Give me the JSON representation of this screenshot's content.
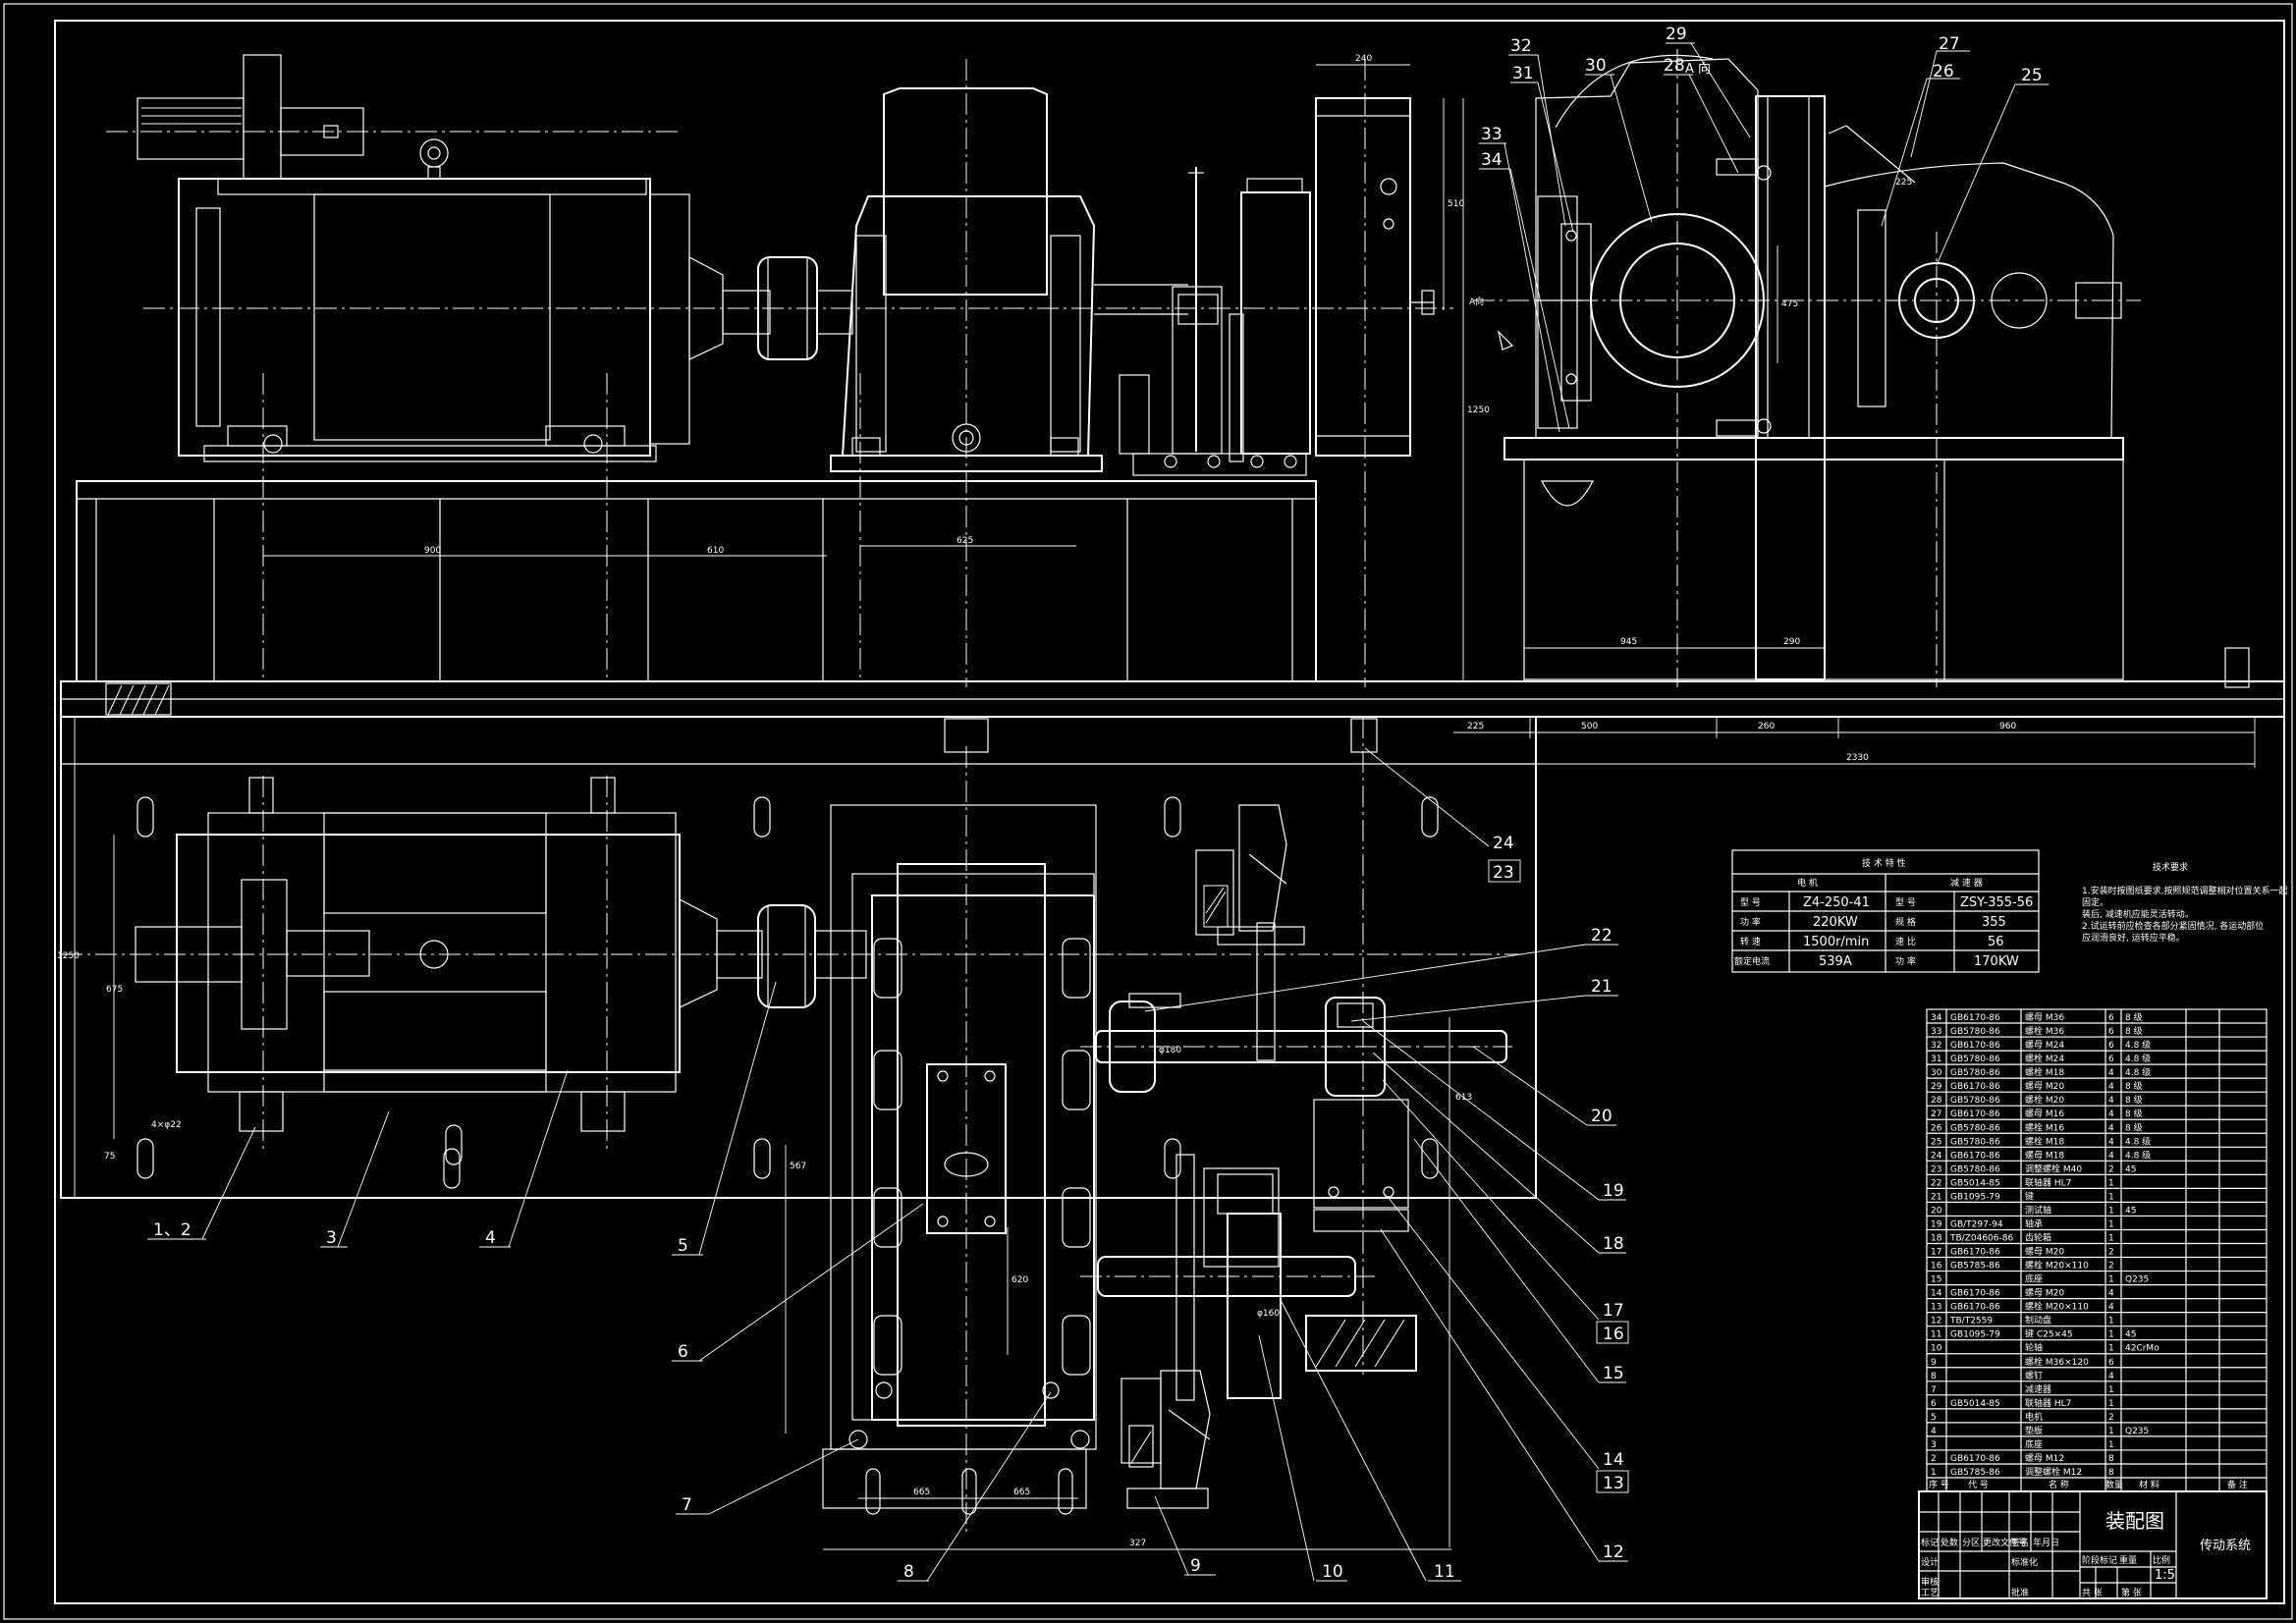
{
  "view_labels": {
    "view_a_top": "A 向",
    "view_a_arrow": "A向"
  },
  "dimensions": {
    "top_240": "240",
    "vert_510": "510",
    "vert_1250": "1250",
    "d_900": "900",
    "d_610": "610",
    "d_625": "625",
    "d_945": "945",
    "d_290": "290",
    "d_475": "475",
    "d_225_top": "225",
    "d_225": "225",
    "d_500": "500",
    "d_260": "260",
    "d_960": "960",
    "d_2330": "2330",
    "plan_1250": "1250",
    "plan_675": "675",
    "plan_75": "75",
    "plan_4x22": "4×φ22",
    "plan_567": "567",
    "plan_620": "620",
    "plan_665a": "665",
    "plan_665b": "665",
    "plan_327": "327",
    "plan_613": "613",
    "hub_180": "φ180",
    "side_160": "φ160"
  },
  "callouts": [
    {
      "num": "1、2"
    },
    {
      "num": "3"
    },
    {
      "num": "4"
    },
    {
      "num": "5"
    },
    {
      "num": "6"
    },
    {
      "num": "7"
    },
    {
      "num": "8"
    },
    {
      "num": "9"
    },
    {
      "num": "10"
    },
    {
      "num": "11"
    },
    {
      "num": "12"
    },
    {
      "num": "13"
    },
    {
      "num": "14"
    },
    {
      "num": "15"
    },
    {
      "num": "16"
    },
    {
      "num": "17"
    },
    {
      "num": "18"
    },
    {
      "num": "19"
    },
    {
      "num": "20"
    },
    {
      "num": "21"
    },
    {
      "num": "22"
    },
    {
      "num": "23"
    },
    {
      "num": "24"
    },
    {
      "num": "25"
    },
    {
      "num": "26"
    },
    {
      "num": "27"
    },
    {
      "num": "28"
    },
    {
      "num": "29"
    },
    {
      "num": "30"
    },
    {
      "num": "31"
    },
    {
      "num": "32"
    },
    {
      "num": "33"
    },
    {
      "num": "34"
    }
  ],
  "spec_table": {
    "title": "技 术 特 性",
    "col_motor": "电 机",
    "col_reducer": "减 速 器",
    "rows": [
      {
        "k1": "型 号",
        "v1": "Z4-250-41",
        "k2": "型 号",
        "v2": "ZSY-355-56"
      },
      {
        "k1": "功 率",
        "v1": "220KW",
        "k2": "规 格",
        "v2": "355"
      },
      {
        "k1": "转 速",
        "v1": "1500r/min",
        "k2": "速 比",
        "v2": "56"
      },
      {
        "k1": "额定电流",
        "v1": "539A",
        "k2": "功 率",
        "v2": "170KW"
      }
    ]
  },
  "tech_req": {
    "title": "技术要求",
    "lines": [
      "1.安装时按图纸要求,按照规范调整相对位置关系一起",
      "固定。",
      "装后, 减速机应能灵活转动。",
      "2.试运转前应检查各部分紧固情况, 各运动部位",
      "应润滑良好, 运转应平稳。"
    ]
  },
  "parts": [
    {
      "no": "34",
      "code": "GB6170-86",
      "name": "螺母 M36",
      "qty": "6",
      "mat": "8 级",
      "note": ""
    },
    {
      "no": "33",
      "code": "GB5780-86",
      "name": "螺栓 M36",
      "qty": "6",
      "mat": "8 级",
      "note": ""
    },
    {
      "no": "32",
      "code": "GB6170-86",
      "name": "螺母 M24",
      "qty": "6",
      "mat": "4.8 级",
      "note": ""
    },
    {
      "no": "31",
      "code": "GB5780-86",
      "name": "螺栓 M24",
      "qty": "6",
      "mat": "4.8 级",
      "note": ""
    },
    {
      "no": "30",
      "code": "GB5780-86",
      "name": "螺栓 M18",
      "qty": "4",
      "mat": "4.8 级",
      "note": ""
    },
    {
      "no": "29",
      "code": "GB6170-86",
      "name": "螺母 M20",
      "qty": "4",
      "mat": "8 级",
      "note": ""
    },
    {
      "no": "28",
      "code": "GB5780-86",
      "name": "螺栓 M20",
      "qty": "4",
      "mat": "8 级",
      "note": ""
    },
    {
      "no": "27",
      "code": "GB6170-86",
      "name": "螺母 M16",
      "qty": "4",
      "mat": "8 级",
      "note": ""
    },
    {
      "no": "26",
      "code": "GB5780-86",
      "name": "螺栓 M16",
      "qty": "4",
      "mat": "8 级",
      "note": ""
    },
    {
      "no": "25",
      "code": "GB5780-86",
      "name": "螺栓 M18",
      "qty": "4",
      "mat": "4.8 级",
      "note": ""
    },
    {
      "no": "24",
      "code": "GB6170-86",
      "name": "螺母 M18",
      "qty": "4",
      "mat": "4.8 级",
      "note": ""
    },
    {
      "no": "23",
      "code": "GB5780-86",
      "name": "调整螺栓 M40",
      "qty": "2",
      "mat": "45",
      "note": ""
    },
    {
      "no": "22",
      "code": "GB5014-85",
      "name": "联轴器 HL7",
      "qty": "1",
      "mat": "",
      "note": ""
    },
    {
      "no": "21",
      "code": "GB1095-79",
      "name": "键",
      "qty": "1",
      "mat": "",
      "note": ""
    },
    {
      "no": "20",
      "code": "",
      "name": "测试轴",
      "qty": "1",
      "mat": "45",
      "note": ""
    },
    {
      "no": "19",
      "code": "GB/T297-94",
      "name": "轴承",
      "qty": "1",
      "mat": "",
      "note": ""
    },
    {
      "no": "18",
      "code": "TB/Z04606-86",
      "name": "齿轮箱",
      "qty": "1",
      "mat": "",
      "note": ""
    },
    {
      "no": "17",
      "code": "GB6170-86",
      "name": "螺母 M20",
      "qty": "2",
      "mat": "",
      "note": ""
    },
    {
      "no": "16",
      "code": "GB5785-86",
      "name": "螺栓 M20×110",
      "qty": "2",
      "mat": "",
      "note": ""
    },
    {
      "no": "15",
      "code": "",
      "name": "底座",
      "qty": "1",
      "mat": "Q235",
      "note": ""
    },
    {
      "no": "14",
      "code": "GB6170-86",
      "name": "螺母 M20",
      "qty": "4",
      "mat": "",
      "note": ""
    },
    {
      "no": "13",
      "code": "GB6170-86",
      "name": "螺栓 M20×110",
      "qty": "4",
      "mat": "",
      "note": ""
    },
    {
      "no": "12",
      "code": "TB/T2559",
      "name": "制动盘",
      "qty": "1",
      "mat": "",
      "note": ""
    },
    {
      "no": "11",
      "code": "GB1095-79",
      "name": "键 C25×45",
      "qty": "1",
      "mat": "45",
      "note": ""
    },
    {
      "no": "10",
      "code": "",
      "name": "轮轴",
      "qty": "1",
      "mat": "42CrMo",
      "note": ""
    },
    {
      "no": "9",
      "code": "",
      "name": "螺栓 M36×120",
      "qty": "6",
      "mat": "",
      "note": ""
    },
    {
      "no": "8",
      "code": "",
      "name": "螺钉",
      "qty": "4",
      "mat": "",
      "note": ""
    },
    {
      "no": "7",
      "code": "",
      "name": "减速器",
      "qty": "1",
      "mat": "",
      "note": ""
    },
    {
      "no": "6",
      "code": "GB5014-85",
      "name": "联轴器 HL7",
      "qty": "1",
      "mat": "",
      "note": ""
    },
    {
      "no": "5",
      "code": "",
      "name": "电机",
      "qty": "2",
      "mat": "",
      "note": ""
    },
    {
      "no": "4",
      "code": "",
      "name": "垫板",
      "qty": "1",
      "mat": "Q235",
      "note": ""
    },
    {
      "no": "3",
      "code": "",
      "name": "底座",
      "qty": "1",
      "mat": "",
      "note": ""
    },
    {
      "no": "2",
      "code": "GB6170-86",
      "name": "螺母 M12",
      "qty": "8",
      "mat": "",
      "note": ""
    },
    {
      "no": "1",
      "code": "GB5785-86",
      "name": "调整螺栓 M12",
      "qty": "8",
      "mat": "",
      "note": ""
    }
  ],
  "parts_header": {
    "no": "序 号",
    "code": "代 号",
    "name": "名 称",
    "qty": "数量",
    "mat": "材 料",
    "note": "备 注"
  },
  "title_block": {
    "drawing_name": "装配图",
    "project": "传动系统",
    "scale": "1:5",
    "h_mark": "标记",
    "h_count": "处数",
    "h_zone": "分区",
    "h_docno": "更改文件号",
    "h_sign": "签名",
    "h_date": "年月日",
    "h_design": "设计",
    "h_std": "标准化",
    "h_stage": "阶段标记",
    "h_weight": "重量",
    "h_ratio": "比例",
    "h_check": "审核",
    "h_process": "工艺",
    "h_approve": "批准",
    "h_sheets": "共 张",
    "h_sheetno": "第 张"
  }
}
